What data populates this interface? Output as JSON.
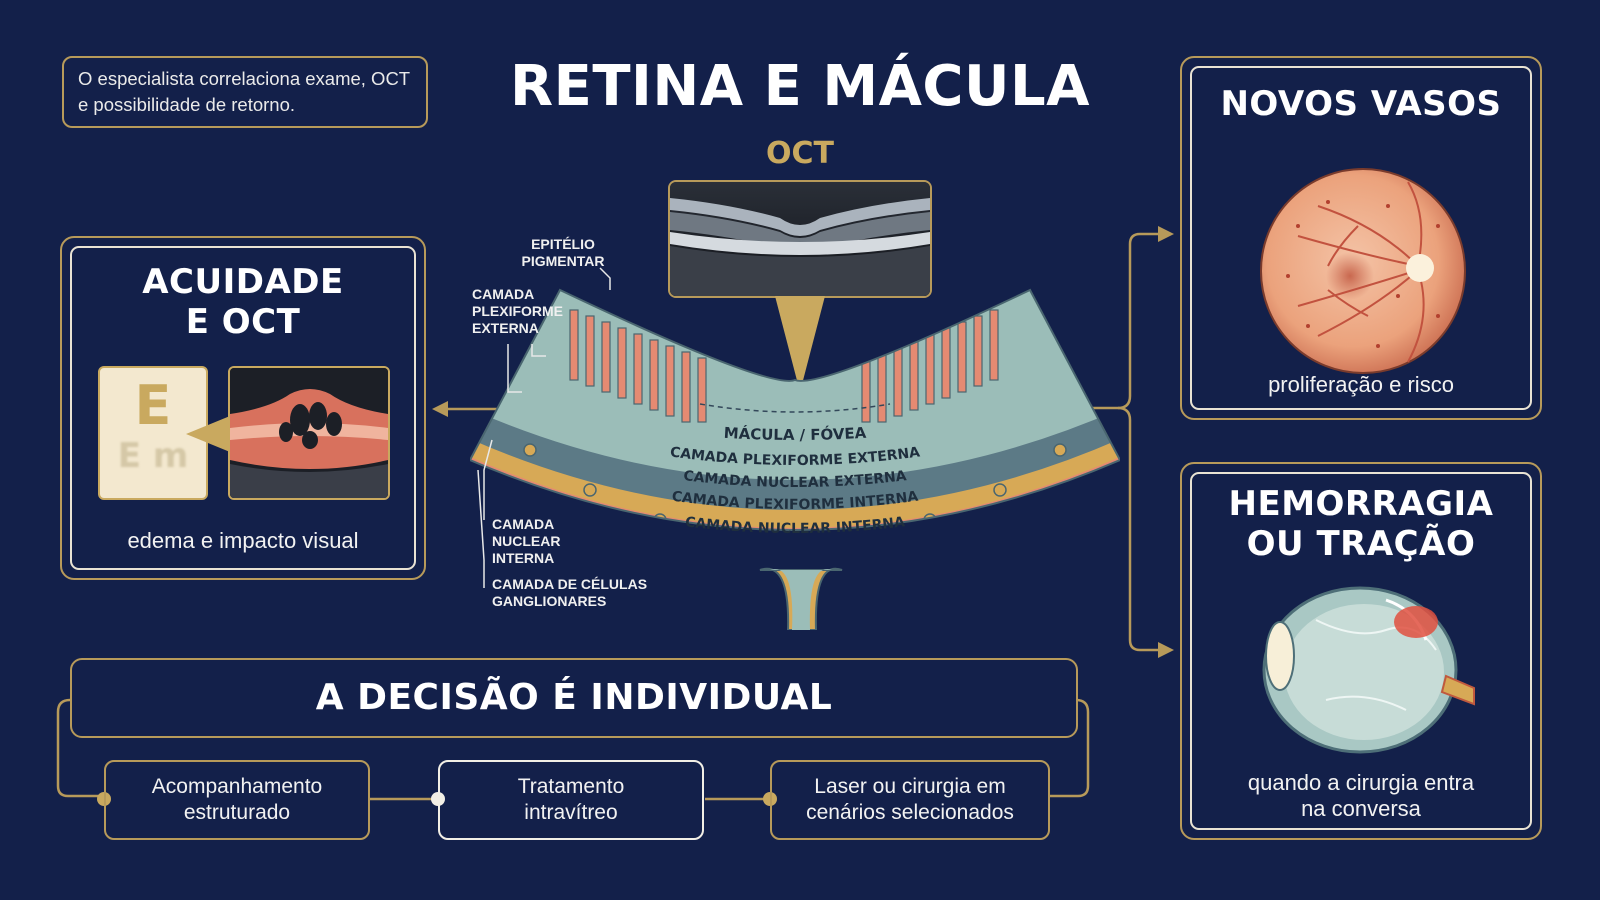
{
  "title": "RETINA E MÁCULA",
  "intro_note": "O especialista correlaciona exame, OCT e possibilidade de retorno.",
  "oct": {
    "label": "OCT",
    "macula_label": "MÁCULA / FÓVEA",
    "layers_on_diagram": [
      "CAMADA PLEXIFORME EXTERNA",
      "CAMADA NUCLEAR EXTERNA",
      "CAMADA PLEXIFORME INTERNA",
      "CAMADA NUCLEAR INTERNA"
    ],
    "side_labels": {
      "epitelio": "EPITÉLIO PIGMENTAR",
      "plexiforme_externa": "CAMADA PLEXIFORME EXTERNA",
      "nuclear_interna": "CAMADA NUCLEAR INTERNA",
      "ganglionares": "CAMADA DE CÉLULAS GANGLIONARES"
    }
  },
  "acuidade": {
    "title_line1": "ACUIDADE",
    "title_line2": "E OCT",
    "chart_big": "E",
    "chart_small": "E m",
    "caption": "edema e impacto visual"
  },
  "novos_vasos": {
    "title": "NOVOS VASOS",
    "caption": "proliferação e risco"
  },
  "hemorragia": {
    "title_line1": "HEMORRAGIA",
    "title_line2": "OU TRAÇÃO",
    "caption_line1": "quando a cirurgia entra",
    "caption_line2": "na conversa"
  },
  "decisao": {
    "title": "A DECISÃO É INDIVIDUAL",
    "options": [
      {
        "line1": "Acompanhamento",
        "line2": "estruturado"
      },
      {
        "line1": "Tratamento",
        "line2": "intravítreo"
      },
      {
        "line1": "Laser ou cirurgia em",
        "line2": "cenários selecionados"
      }
    ]
  },
  "colors": {
    "background": "#13204a",
    "gold": "#b79a5a",
    "layer_teal": "#9bbdb8",
    "layer_slate": "#5c7a86",
    "layer_amber": "#d7a956",
    "layer_salmon": "#e58a72"
  }
}
